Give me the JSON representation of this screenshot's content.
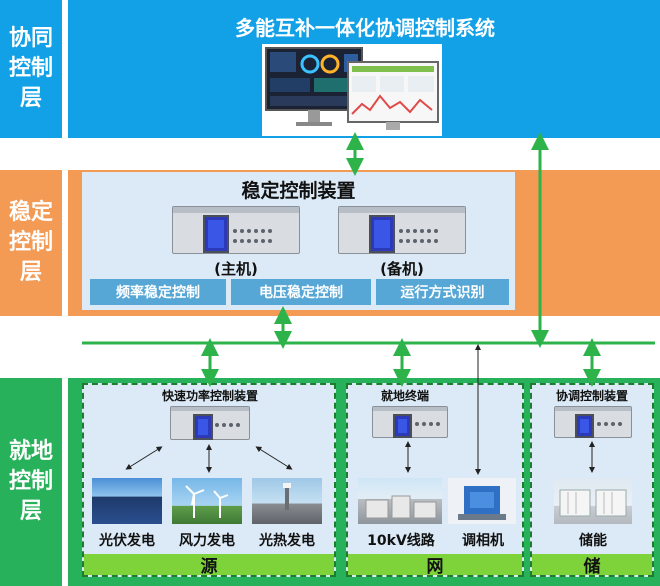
{
  "layers": {
    "coordination": "协同\n控制\n层",
    "stability": "稳定\n控制\n层",
    "local": "就地\n控制\n层"
  },
  "top": {
    "title": "多能互补一体化协调控制系统"
  },
  "stability_panel": {
    "title": "稳定控制装置",
    "main_label": "(主机)",
    "backup_label": "(备机)",
    "functions": [
      "频率稳定控制",
      "电压稳定控制",
      "运行方式识别"
    ]
  },
  "source_group": {
    "device_label": "快速功率控制装置",
    "units": [
      "光伏发电",
      "风力发电",
      "光热发电"
    ],
    "footer": "源"
  },
  "grid_group": {
    "device_label": "就地终端",
    "units": [
      "10kV线路",
      "调相机"
    ],
    "footer": "网"
  },
  "storage_group": {
    "device_label": "协调控制装置",
    "units": [
      "储能"
    ],
    "footer": "储"
  },
  "colors": {
    "coordination": "#12a1e6",
    "stability": "#f39a55",
    "local": "#26b15a",
    "arrow": "#2db34a",
    "function_box": "#56a6d6",
    "footer": "#7ed33b"
  }
}
